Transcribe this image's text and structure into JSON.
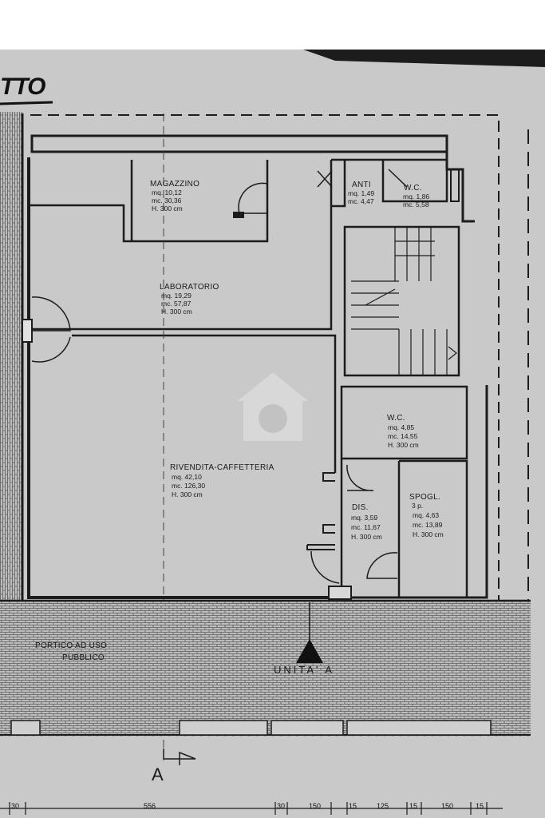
{
  "title_fragment": "TTO",
  "rooms": {
    "magazzino": {
      "name": "MAGAZZINO",
      "mq": "mq. 10,12",
      "mc": "mc. 30,36",
      "h": "H. 300 cm"
    },
    "anti": {
      "name": "ANTI",
      "mq": "mq. 1,49",
      "mc": "mc. 4,47"
    },
    "wc_top": {
      "name": "W.C.",
      "mq": "mq. 1,86",
      "mc": "mc. 5,58"
    },
    "laboratorio": {
      "name": "LABORATORIO",
      "mq": "mq. 19,29",
      "mc": "mc. 57,87",
      "h": "H. 300 cm"
    },
    "wc_right": {
      "name": "W.C.",
      "mq": "mq. 4,85",
      "mc": "mc. 14,55",
      "h": "H. 300 cm"
    },
    "rivendita": {
      "name": "RIVENDITA-CAFFETTERIA",
      "mq": "mq. 42,10",
      "mc": "mc. 126,30",
      "h": "H. 300 cm"
    },
    "dis": {
      "name": "DIS.",
      "mq": "mq. 3,59",
      "mc": "mc. 11,67",
      "h": "H. 300 cm"
    },
    "spogl": {
      "name": "SPOGL.",
      "sub": "3 p.",
      "mq": "mq. 4,63",
      "mc": "mc. 13,89",
      "h": "H. 300 cm"
    }
  },
  "portico": {
    "line1": "PORTICO AD USO",
    "line2": "PUBBLICO"
  },
  "unit_label": "UNITA' A",
  "section_label": "A",
  "dimensions": [
    "30",
    "556",
    "30",
    "150",
    "15",
    "125",
    "15",
    "150",
    "15"
  ],
  "colors": {
    "wall": "#1c1c1c",
    "paper": "#c9c9c9",
    "hatch": "#6e6e6e"
  }
}
